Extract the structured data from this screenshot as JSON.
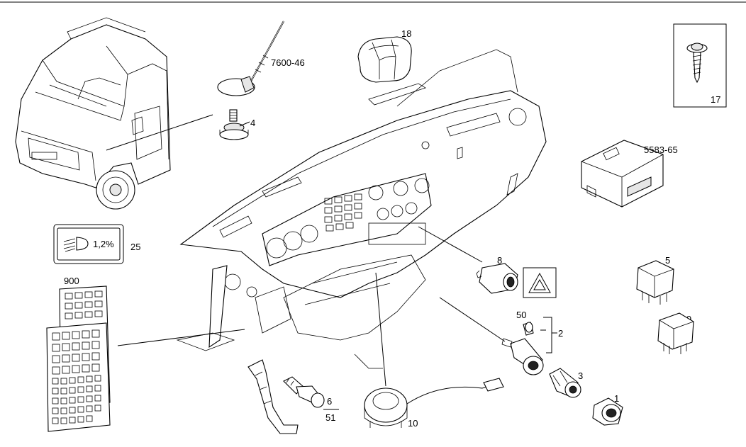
{
  "labels": {
    "antenna": "7600-46",
    "clip": "18",
    "screw": "17",
    "antenna_base": "4",
    "module": "5583-65",
    "headlamp_indicator": "1,2%",
    "headlamp_part": "25",
    "fusebox": "900",
    "switch8": "8",
    "relay5": "5",
    "relay9": "9",
    "bulb": "50",
    "socket2": "2",
    "socket3": "3",
    "socket1": "1",
    "sensor6": "6",
    "sensor51": "51",
    "clockspring": "10"
  },
  "icons": [
    "hazard-triangle-icon",
    "headlamp-icon"
  ]
}
